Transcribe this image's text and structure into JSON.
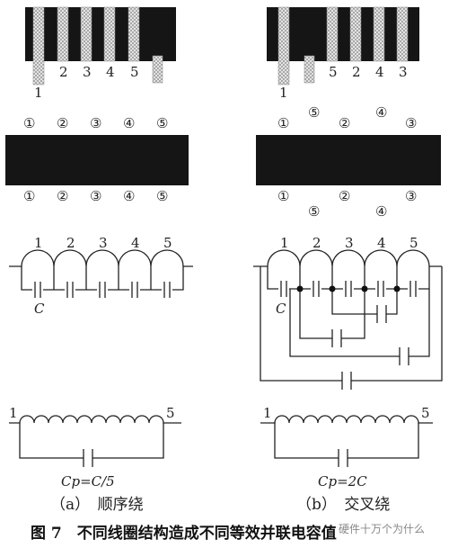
{
  "figure": {
    "title": "图 7　不同线圈结构造成不同等效并联电容值",
    "watermark": "硬件十万个为什么"
  },
  "panel_a": {
    "caption": "（a）　顺序绕",
    "strip_labels": [
      "1",
      "2",
      "3",
      "4",
      "5"
    ],
    "core_top_labels": [
      "①",
      "②",
      "③",
      "④",
      "⑤"
    ],
    "core_bottom_labels": [
      "①",
      "②",
      "③",
      "④",
      "⑤"
    ],
    "coil_labels": [
      "1",
      "2",
      "3",
      "4",
      "5"
    ],
    "cap_label": "C",
    "eq_left": "1",
    "eq_right": "5",
    "eq_formula": "Cp=C/5"
  },
  "panel_b": {
    "caption": "（b）　交叉绕",
    "strip_labels": [
      "1",
      "5",
      "2",
      "4",
      "3"
    ],
    "core_top_labels": [
      "①",
      "⑤",
      "②",
      "④",
      "③"
    ],
    "core_bottom_labels": [
      "①",
      "⑤",
      "②",
      "④",
      "③"
    ],
    "coil_labels": [
      "1",
      "2",
      "3",
      "4",
      "5"
    ],
    "cap_label": "C",
    "eq_left": "1",
    "eq_right": "5",
    "eq_formula": "Cp=2C"
  }
}
